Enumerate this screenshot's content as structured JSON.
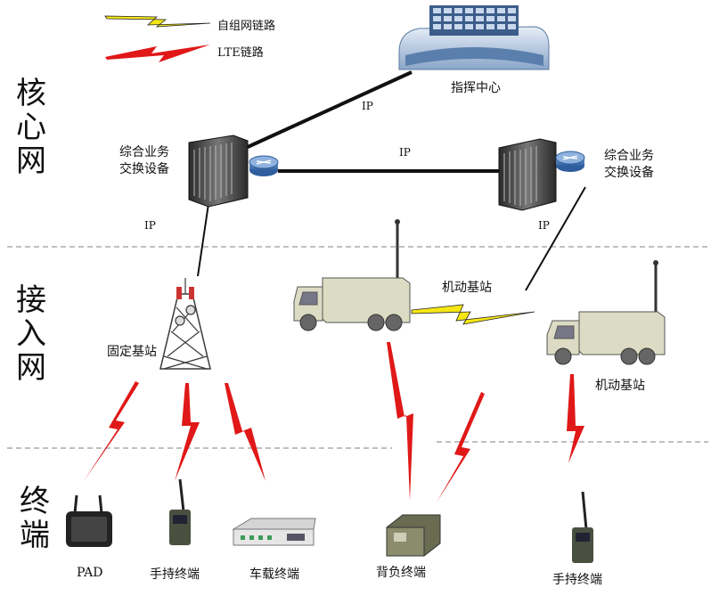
{
  "legend": [
    {
      "label": "自组网链路",
      "color": "#f5e614"
    },
    {
      "label": "LTE链路",
      "color": "#e01818"
    }
  ],
  "layers": {
    "core": [
      "核",
      "心",
      "网"
    ],
    "access": [
      "接",
      "入",
      "网"
    ],
    "terminal": [
      "终",
      "端"
    ]
  },
  "nodes": {
    "command_center": "指挥中心",
    "switch_left": [
      "综合业务",
      "交换设备"
    ],
    "switch_right": [
      "综合业务",
      "交换设备"
    ],
    "fixed_station": "固定基站",
    "mobile_station_top": "机动基站",
    "mobile_station_right": "机动基站"
  },
  "links": {
    "ip_top": "IP",
    "ip_mid": "IP",
    "ip_left": "IP",
    "ip_right": "IP"
  },
  "terminals": {
    "pad": "PAD",
    "handheld_left": "手持终端",
    "vehicle": "车载终端",
    "backpack": "背负终端",
    "handheld_right": "手持终端"
  },
  "colors": {
    "adhoc": "#f5e614",
    "lte": "#e01818",
    "truck": "#dcdcc4"
  }
}
